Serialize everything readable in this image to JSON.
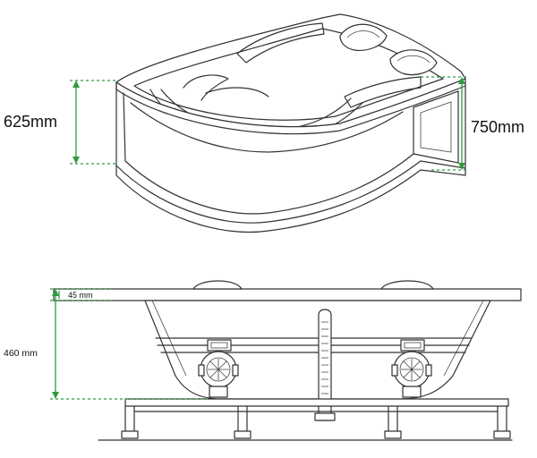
{
  "dimensions": {
    "front_height": "625mm",
    "back_height": "750mm",
    "rim_thickness": "45 mm",
    "tub_depth": "460 mm"
  },
  "colors": {
    "dimension_lines": "#2e9a3c",
    "outline": "#333333"
  }
}
